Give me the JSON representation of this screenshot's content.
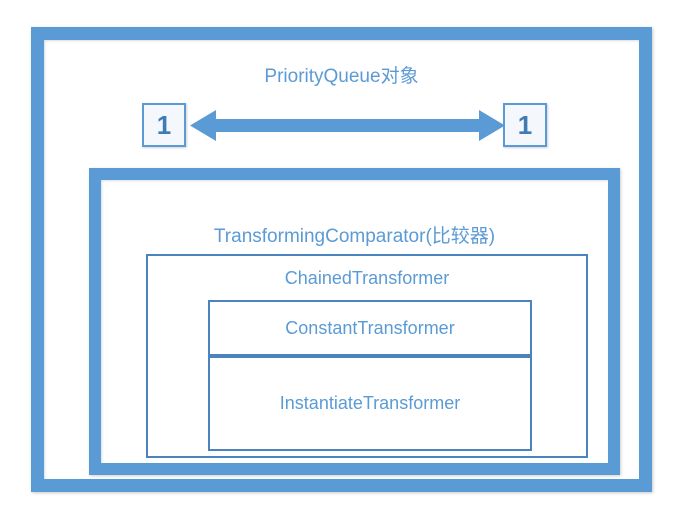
{
  "diagram": {
    "type": "nested-containment",
    "palette": {
      "frame_blue": "#5B9BD5",
      "thin_border_blue": "#4A83BD",
      "text_blue": "#5B9BD5",
      "digit_blue": "#3F7CB6",
      "background": "#FFFFFF",
      "num_box_fill": "#F4F7FB"
    },
    "outer": {
      "title": "PriorityQueue对象",
      "queue_slots": [
        {
          "label": "1"
        },
        {
          "label": "1"
        }
      ],
      "connector": {
        "kind": "double-headed-arrow",
        "direction": "bidirectional"
      }
    },
    "middle": {
      "title": "TransformingComparator(比较器)"
    },
    "chained": {
      "title": "ChainedTransformer",
      "children": [
        {
          "title": "ConstantTransformer"
        },
        {
          "title": "InstantiateTransformer"
        }
      ]
    }
  }
}
